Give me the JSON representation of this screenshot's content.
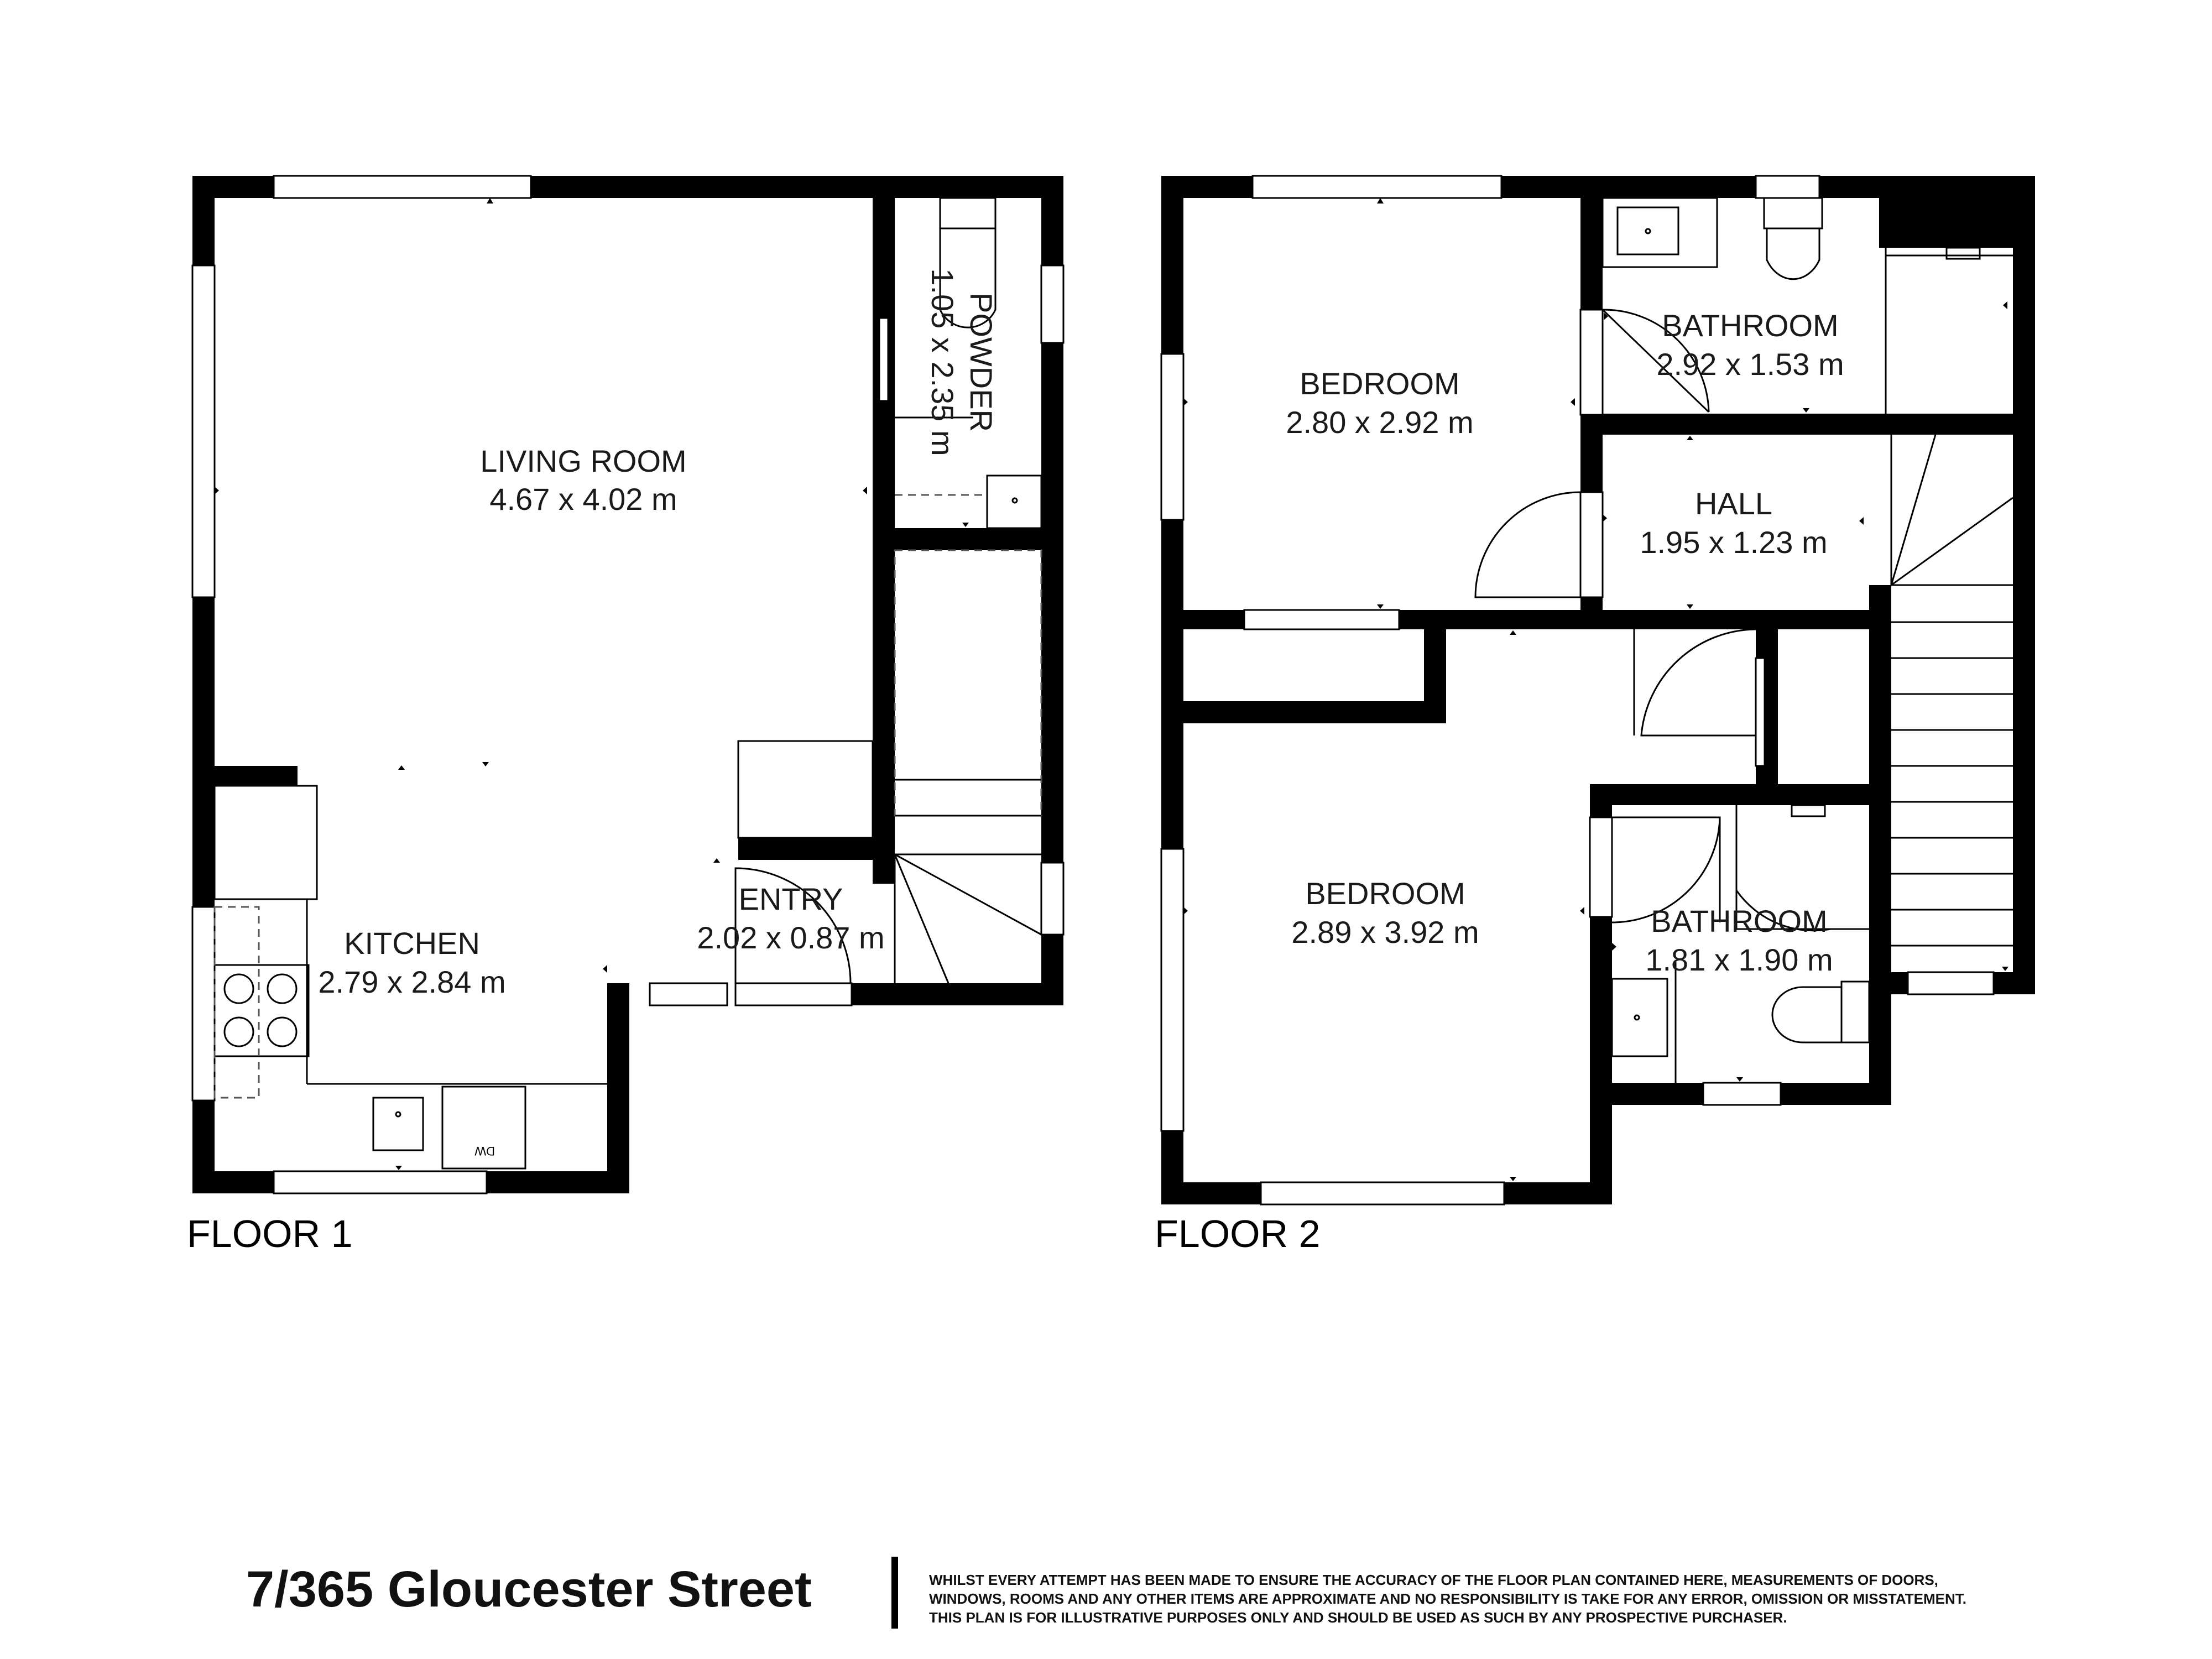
{
  "floors": [
    {
      "id": "floor-1",
      "label": "FLOOR 1"
    },
    {
      "id": "floor-2",
      "label": "FLOOR 2"
    }
  ],
  "rooms": {
    "living": {
      "name": "LIVING ROOM",
      "size": "4.67 x 4.02 m"
    },
    "powder": {
      "name": "POWDER",
      "size": "1.05 x 2.35 m"
    },
    "kitchen": {
      "name": "KITCHEN",
      "size": "2.79 x 2.84 m"
    },
    "entry": {
      "name": "ENTRY",
      "size": "2.02 x 0.87 m"
    },
    "bedroom1": {
      "name": "BEDROOM",
      "size": "2.80 x 2.92 m"
    },
    "bathroom1": {
      "name": "BATHROOM",
      "size": "2.92 x 1.53 m"
    },
    "hall": {
      "name": "HALL",
      "size": "1.95 x 1.23 m"
    },
    "bedroom2": {
      "name": "BEDROOM",
      "size": "2.89 x 3.92 m"
    },
    "bathroom2": {
      "name": "BATHROOM",
      "size": "1.81 x 1.90 m"
    }
  },
  "appliances": {
    "dishwasher": "DW"
  },
  "footer": {
    "address": "7/365 Gloucester Street",
    "disclaimer": [
      "Whilst every attempt has been made to ensure the accuracy of the floor plan contained here, measurements of doors,",
      "windows, rooms and any other items are approximate and no responsibility is take for any error, omission or misstatement.",
      "This plan is for illustrative purposes only and should be used as such by any prospective purchaser."
    ]
  },
  "colors": {
    "wall": "#000000",
    "background": "#ffffff",
    "text": "#1a1a1a"
  }
}
